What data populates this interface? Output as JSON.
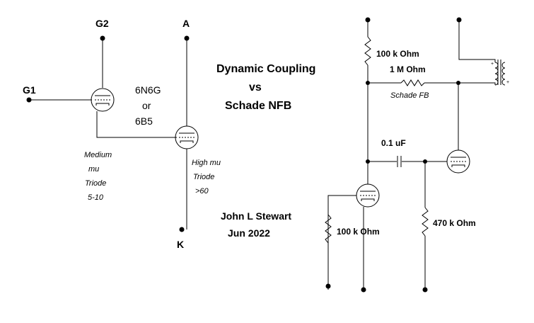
{
  "title": {
    "line1": "Dynamic Coupling",
    "line2": "vs",
    "line3": "Schade NFB"
  },
  "left_circuit": {
    "terminals": {
      "g1": "G1",
      "g2": "G2",
      "a": "A",
      "k": "K"
    },
    "tube_type": {
      "line1": "6N6G",
      "line2": "or",
      "line3": "6B5"
    },
    "medium_note": [
      "Medium",
      "mu",
      "Triode",
      "5-10"
    ],
    "high_note": [
      "High mu",
      "Triode",
      ">60"
    ]
  },
  "author": {
    "name": "John L Stewart",
    "date": "Jun 2022"
  },
  "right_circuit": {
    "r_plate": "100 k Ohm",
    "r_feedback": "1 M Ohm",
    "feedback_note": "Schade FB",
    "cap": "0.1 uF",
    "r_grid_in": "100 k Ohm",
    "r_grid_out": "470 k Ohm"
  }
}
